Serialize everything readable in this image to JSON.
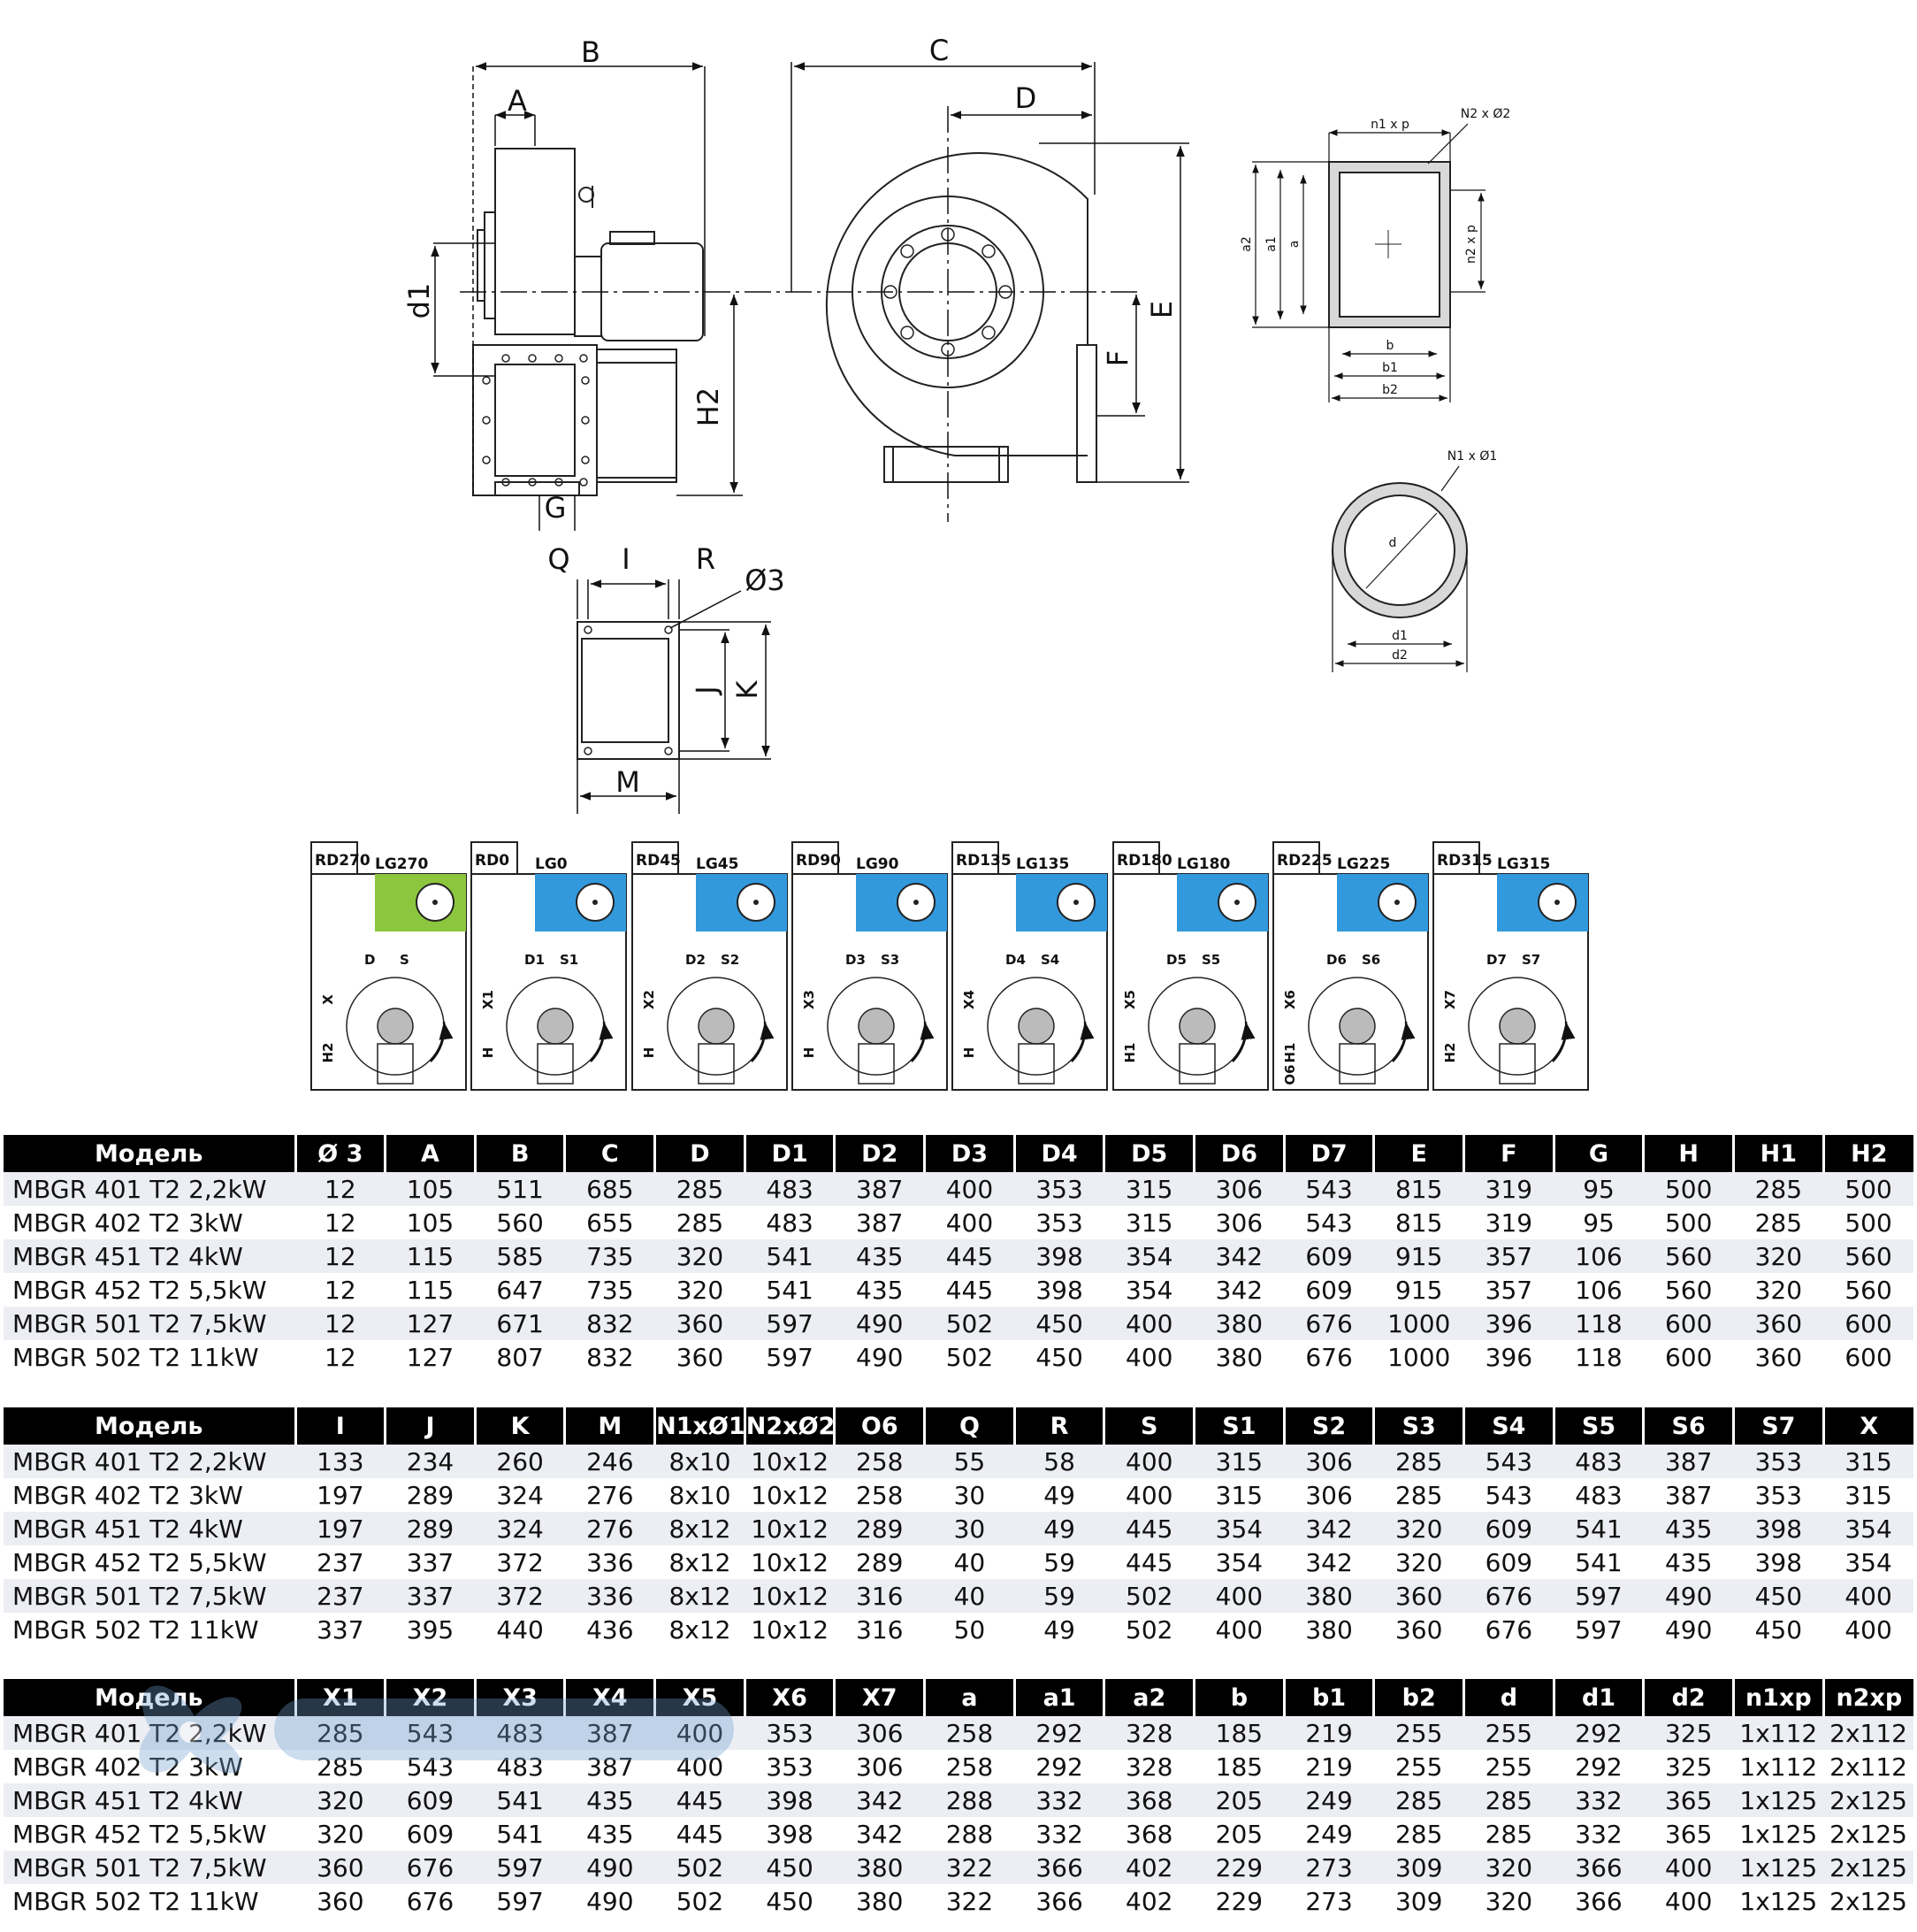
{
  "drawing_labels": {
    "side": [
      "A",
      "B",
      "d1",
      "H2",
      "G"
    ],
    "front": [
      "C",
      "D",
      "E",
      "F"
    ],
    "outlet_rect": [
      "n1 x p",
      "N2 x Ø2",
      "a2",
      "a1",
      "a",
      "n2 x p",
      "b",
      "b1",
      "b2"
    ],
    "outlet_round": [
      "N1 x Ø1",
      "d",
      "d1",
      "d2"
    ],
    "base": [
      "Q",
      "I",
      "R",
      "Ø3",
      "J",
      "K",
      "M"
    ]
  },
  "orientations": [
    {
      "rd": "RD270",
      "lg": "LG270",
      "color": "#8cc63f",
      "dims": [
        "D",
        "S",
        "X",
        "H2"
      ]
    },
    {
      "rd": "RD0",
      "lg": "LG0",
      "color": "#3399dd",
      "dims": [
        "D1",
        "S1",
        "X1",
        "H"
      ]
    },
    {
      "rd": "RD45",
      "lg": "LG45",
      "color": "#3399dd",
      "dims": [
        "D2",
        "S2",
        "X2",
        "H"
      ]
    },
    {
      "rd": "RD90",
      "lg": "LG90",
      "color": "#3399dd",
      "dims": [
        "D3",
        "S3",
        "X3",
        "H"
      ]
    },
    {
      "rd": "RD135",
      "lg": "LG135",
      "color": "#3399dd",
      "dims": [
        "D4",
        "S4",
        "X4",
        "H"
      ]
    },
    {
      "rd": "RD180",
      "lg": "LG180",
      "color": "#3399dd",
      "dims": [
        "D5",
        "S5",
        "X5",
        "H1"
      ]
    },
    {
      "rd": "RD225",
      "lg": "LG225",
      "color": "#3399dd",
      "dims": [
        "D6",
        "S6",
        "X6",
        "H1",
        "O6"
      ]
    },
    {
      "rd": "RD315",
      "lg": "LG315",
      "color": "#3399dd",
      "dims": [
        "D7",
        "S7",
        "X7",
        "H2"
      ]
    }
  ],
  "tables": [
    {
      "headers": [
        "Модель",
        "Ø 3",
        "A",
        "B",
        "C",
        "D",
        "D1",
        "D2",
        "D3",
        "D4",
        "D5",
        "D6",
        "D7",
        "E",
        "F",
        "G",
        "H",
        "H1",
        "H2"
      ],
      "rows": [
        [
          "MBGR 401 T2 2,2kW",
          "12",
          "105",
          "511",
          "685",
          "285",
          "483",
          "387",
          "400",
          "353",
          "315",
          "306",
          "543",
          "815",
          "319",
          "95",
          "500",
          "285",
          "500"
        ],
        [
          "MBGR 402 T2 3kW",
          "12",
          "105",
          "560",
          "655",
          "285",
          "483",
          "387",
          "400",
          "353",
          "315",
          "306",
          "543",
          "815",
          "319",
          "95",
          "500",
          "285",
          "500"
        ],
        [
          "MBGR 451 T2 4kW",
          "12",
          "115",
          "585",
          "735",
          "320",
          "541",
          "435",
          "445",
          "398",
          "354",
          "342",
          "609",
          "915",
          "357",
          "106",
          "560",
          "320",
          "560"
        ],
        [
          "MBGR 452 T2 5,5kW",
          "12",
          "115",
          "647",
          "735",
          "320",
          "541",
          "435",
          "445",
          "398",
          "354",
          "342",
          "609",
          "915",
          "357",
          "106",
          "560",
          "320",
          "560"
        ],
        [
          "MBGR 501 T2 7,5kW",
          "12",
          "127",
          "671",
          "832",
          "360",
          "597",
          "490",
          "502",
          "450",
          "400",
          "380",
          "676",
          "1000",
          "396",
          "118",
          "600",
          "360",
          "600"
        ],
        [
          "MBGR 502 T2 11kW",
          "12",
          "127",
          "807",
          "832",
          "360",
          "597",
          "490",
          "502",
          "450",
          "400",
          "380",
          "676",
          "1000",
          "396",
          "118",
          "600",
          "360",
          "600"
        ]
      ]
    },
    {
      "headers": [
        "Модель",
        "I",
        "J",
        "K",
        "M",
        "N1xØ1",
        "N2xØ2",
        "O6",
        "Q",
        "R",
        "S",
        "S1",
        "S2",
        "S3",
        "S4",
        "S5",
        "S6",
        "S7",
        "X"
      ],
      "rows": [
        [
          "MBGR 401 T2 2,2kW",
          "133",
          "234",
          "260",
          "246",
          "8x10",
          "10x12",
          "258",
          "55",
          "58",
          "400",
          "315",
          "306",
          "285",
          "543",
          "483",
          "387",
          "353",
          "315"
        ],
        [
          "MBGR 402 T2 3kW",
          "197",
          "289",
          "324",
          "276",
          "8x10",
          "10x12",
          "258",
          "30",
          "49",
          "400",
          "315",
          "306",
          "285",
          "543",
          "483",
          "387",
          "353",
          "315"
        ],
        [
          "MBGR 451 T2 4kW",
          "197",
          "289",
          "324",
          "276",
          "8x12",
          "10x12",
          "289",
          "30",
          "49",
          "445",
          "354",
          "342",
          "320",
          "609",
          "541",
          "435",
          "398",
          "354"
        ],
        [
          "MBGR 452 T2 5,5kW",
          "237",
          "337",
          "372",
          "336",
          "8x12",
          "10x12",
          "289",
          "40",
          "59",
          "445",
          "354",
          "342",
          "320",
          "609",
          "541",
          "435",
          "398",
          "354"
        ],
        [
          "MBGR 501 T2 7,5kW",
          "237",
          "337",
          "372",
          "336",
          "8x12",
          "10x12",
          "316",
          "40",
          "59",
          "502",
          "400",
          "380",
          "360",
          "676",
          "597",
          "490",
          "450",
          "400"
        ],
        [
          "MBGR 502 T2 11kW",
          "337",
          "395",
          "440",
          "436",
          "8x12",
          "10x12",
          "316",
          "50",
          "49",
          "502",
          "400",
          "380",
          "360",
          "676",
          "597",
          "490",
          "450",
          "400"
        ]
      ]
    },
    {
      "headers": [
        "Модель",
        "X1",
        "X2",
        "X3",
        "X4",
        "X5",
        "X6",
        "X7",
        "a",
        "a1",
        "a2",
        "b",
        "b1",
        "b2",
        "d",
        "d1",
        "d2",
        "n1xp",
        "n2xp"
      ],
      "rows": [
        [
          "MBGR 401 T2 2,2kW",
          "285",
          "543",
          "483",
          "387",
          "400",
          "353",
          "306",
          "258",
          "292",
          "328",
          "185",
          "219",
          "255",
          "255",
          "292",
          "325",
          "1x112",
          "2x112"
        ],
        [
          "MBGR 402 T2 3kW",
          "285",
          "543",
          "483",
          "387",
          "400",
          "353",
          "306",
          "258",
          "292",
          "328",
          "185",
          "219",
          "255",
          "255",
          "292",
          "325",
          "1x112",
          "2x112"
        ],
        [
          "MBGR 451 T2 4kW",
          "320",
          "609",
          "541",
          "435",
          "445",
          "398",
          "342",
          "288",
          "332",
          "368",
          "205",
          "249",
          "285",
          "285",
          "332",
          "365",
          "1x125",
          "2x125"
        ],
        [
          "MBGR 452 T2 5,5kW",
          "320",
          "609",
          "541",
          "435",
          "445",
          "398",
          "342",
          "288",
          "332",
          "368",
          "205",
          "249",
          "285",
          "285",
          "332",
          "365",
          "1x125",
          "2x125"
        ],
        [
          "MBGR 501 T2 7,5kW",
          "360",
          "676",
          "597",
          "490",
          "502",
          "450",
          "380",
          "322",
          "366",
          "402",
          "229",
          "273",
          "309",
          "320",
          "366",
          "400",
          "1x125",
          "2x125"
        ],
        [
          "MBGR 502 T2 11kW",
          "360",
          "676",
          "597",
          "490",
          "502",
          "450",
          "380",
          "322",
          "366",
          "402",
          "229",
          "273",
          "309",
          "320",
          "366",
          "400",
          "1x125",
          "2x125"
        ]
      ]
    }
  ]
}
